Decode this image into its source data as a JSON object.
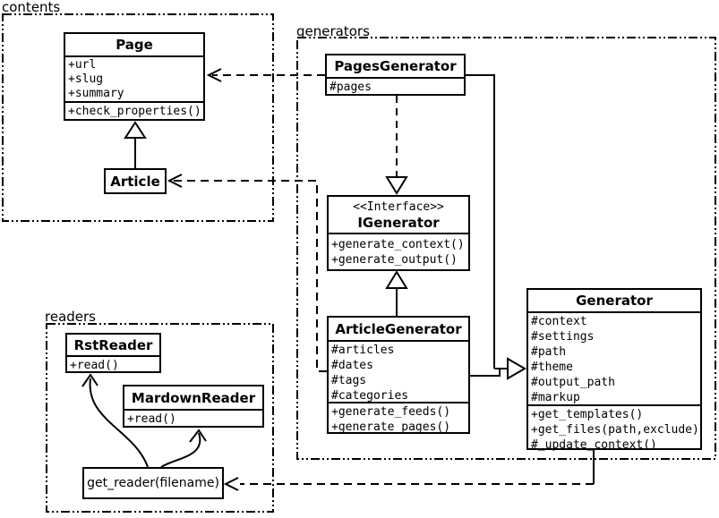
{
  "diagram": {
    "colors": {
      "stroke": "#000000",
      "background": "#ffffff"
    },
    "packages": {
      "contents": {
        "label": "contents"
      },
      "generators": {
        "label": "generators"
      },
      "readers": {
        "label": "readers"
      }
    },
    "classes": {
      "page": {
        "name": "Page",
        "attributes": [
          "+url",
          "+slug",
          "+summary"
        ],
        "operations": [
          "+check_properties()"
        ]
      },
      "article": {
        "name": "Article"
      },
      "pages_generator": {
        "name": "PagesGenerator",
        "attributes": [
          "#pages"
        ]
      },
      "igenerator": {
        "stereotype": "<<Interface>>",
        "name": "IGenerator",
        "operations": [
          "+generate_context()",
          "+generate_output()"
        ]
      },
      "article_generator": {
        "name": "ArticleGenerator",
        "attributes": [
          "#articles",
          "#dates",
          "#tags",
          "#categories"
        ],
        "operations": [
          "+generate_feeds()",
          "+generate_pages()"
        ]
      },
      "generator": {
        "name": "Generator",
        "attributes": [
          "#context",
          "#settings",
          "#path",
          "#theme",
          "#output_path",
          "#markup"
        ],
        "operations": [
          "+get_templates()",
          "+get_files(path,exclude)",
          "#_update_context()"
        ]
      },
      "rst_reader": {
        "name": "RstReader",
        "operations": [
          "+read()"
        ]
      },
      "mardown_reader": {
        "name": "MardownReader",
        "operations": [
          "+read()"
        ]
      },
      "get_reader": {
        "label": "get_reader(filename)"
      }
    },
    "relationships": [
      {
        "from": "Article",
        "to": "Page",
        "type": "inheritance"
      },
      {
        "from": "PagesGenerator",
        "to": "Page",
        "type": "dependency"
      },
      {
        "from": "ArticleGenerator",
        "to": "Article",
        "type": "dependency"
      },
      {
        "from": "PagesGenerator",
        "to": "IGenerator",
        "type": "realization"
      },
      {
        "from": "ArticleGenerator",
        "to": "IGenerator",
        "type": "inheritance"
      },
      {
        "from": "PagesGenerator",
        "to": "Generator",
        "type": "inheritance"
      },
      {
        "from": "ArticleGenerator",
        "to": "Generator",
        "type": "inheritance"
      },
      {
        "from": "Generator",
        "to": "get_reader(filename)",
        "type": "dependency"
      },
      {
        "from": "get_reader(filename)",
        "to": "RstReader",
        "type": "arrow"
      },
      {
        "from": "get_reader(filename)",
        "to": "MardownReader",
        "type": "arrow"
      }
    ]
  }
}
